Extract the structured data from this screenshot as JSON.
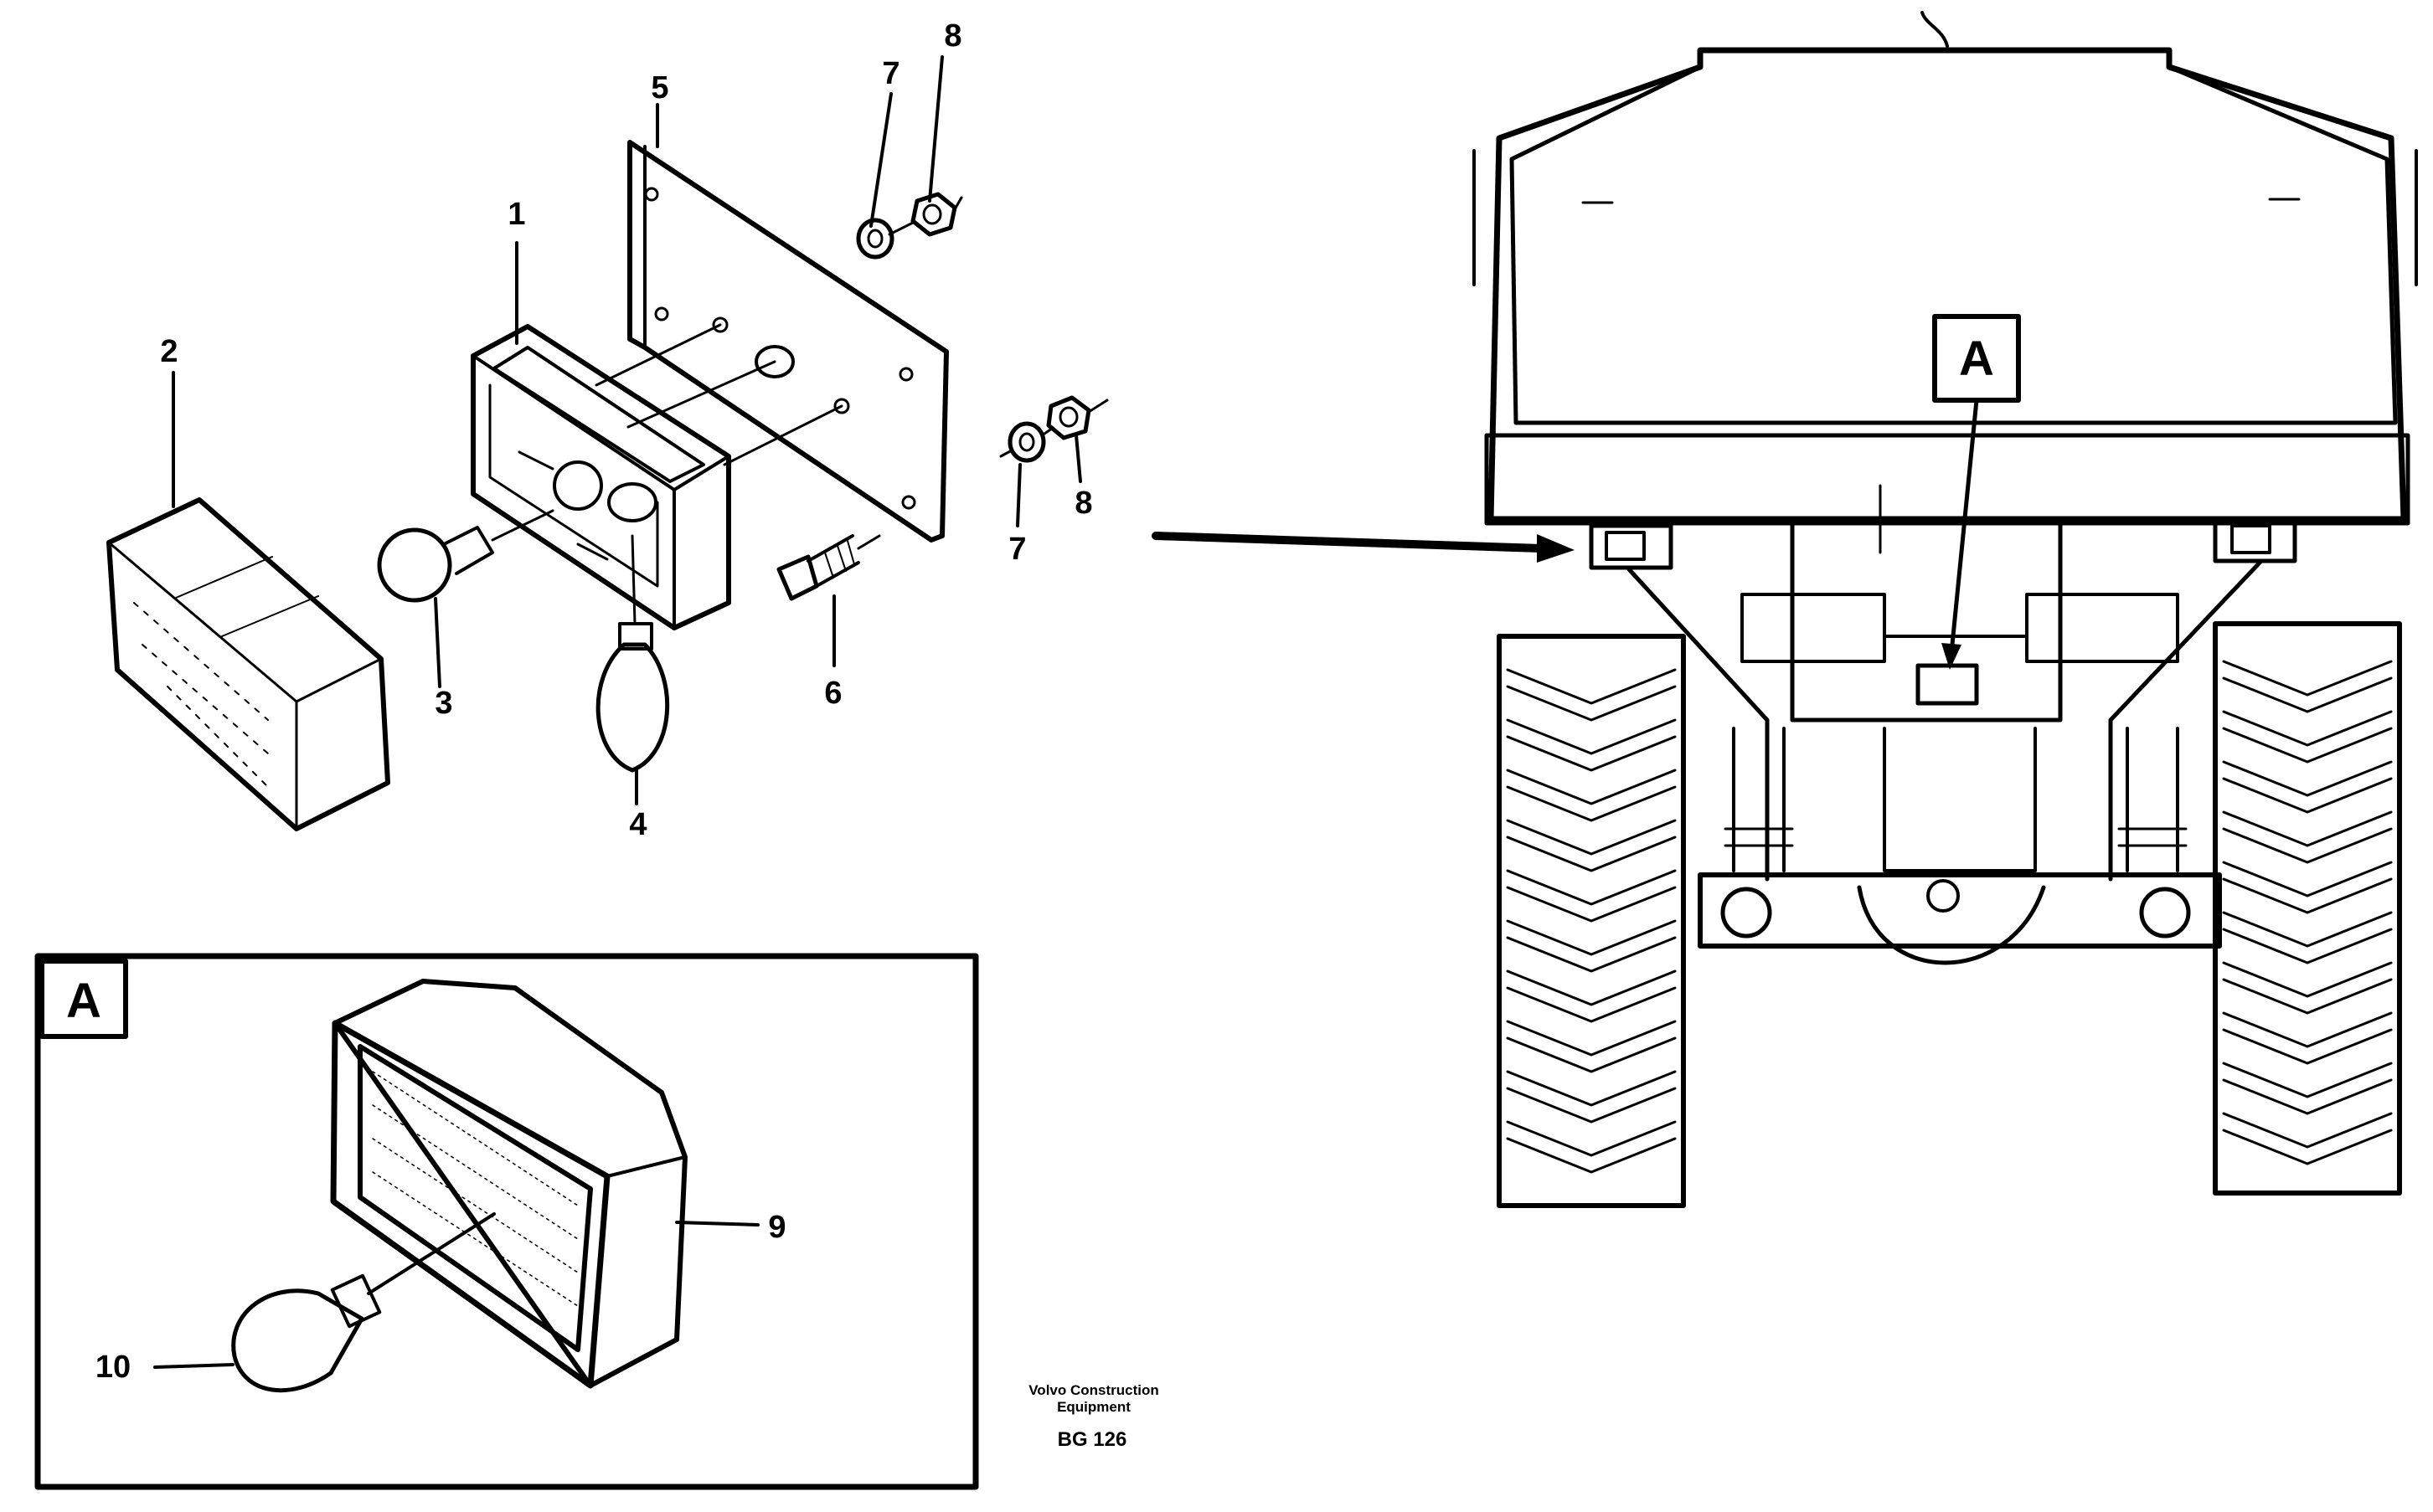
{
  "callouts": {
    "c1": "1",
    "c2": "2",
    "c3": "3",
    "c4": "4",
    "c5": "5",
    "c6": "6",
    "c7a": "7",
    "c7b": "7",
    "c8a": "8",
    "c8b": "8",
    "c9": "9",
    "c10": "10"
  },
  "detail_marker": "A",
  "inset": {
    "label": "A"
  },
  "footer": {
    "company_line1": "Volvo Construction",
    "company_line2": "Equipment",
    "code": "BG 126"
  }
}
